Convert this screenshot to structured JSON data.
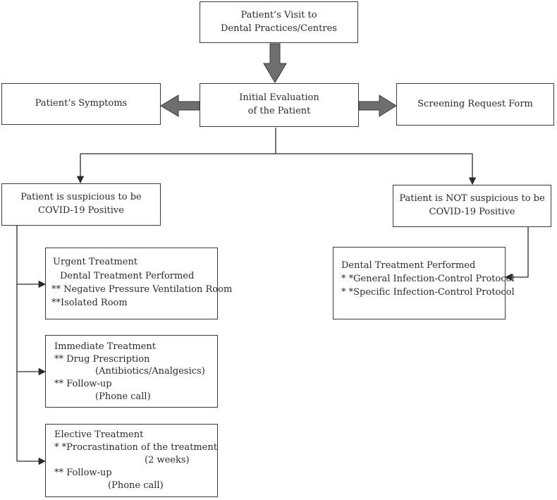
{
  "visit": {
    "line1": "Patient’s Visit to",
    "line2": "Dental Practices/Centres"
  },
  "initial": {
    "line1": "Initial Evaluation",
    "line2": "of the Patient"
  },
  "symptoms": {
    "label": "Patient’s Symptoms"
  },
  "screening": {
    "label": "Screening Request Form"
  },
  "suspicious": {
    "line1": "Patient is suspicious to be",
    "line2": "COVID-19 Positive"
  },
  "not_suspicious": {
    "line1": "Patient is NOT suspicious to be",
    "line2": "COVID-19 Positive"
  },
  "urgent": {
    "title": "Urgent Treatment",
    "lines": [
      "Dental Treatment Performed",
      "** Negative Pressure Ventilation Room",
      "**Isolated Room"
    ]
  },
  "immediate": {
    "title": "Immediate Treatment",
    "lines": [
      "** Drug Prescription",
      "(Antibiotics/Analgesics)",
      "** Follow-up",
      "(Phone call)"
    ]
  },
  "elective": {
    "title": "Elective Treatment",
    "lines": [
      "* *Procrastination of the treatment",
      "(2 weeks)",
      "** Follow-up",
      "(Phone call)"
    ]
  },
  "dental_performed": {
    "title": "Dental Treatment Performed",
    "lines": [
      "* *General Infection-Control Protocol",
      "* *Specific Infection-Control Protocol"
    ]
  },
  "colors": {
    "border": "#3a3a3a",
    "arrow_fill": "#6e6e6e",
    "text": "#2a2a2a"
  }
}
